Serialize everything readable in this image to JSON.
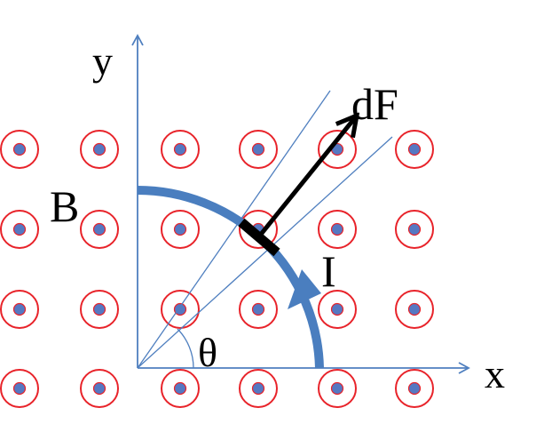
{
  "labels": {
    "y_axis": "y",
    "x_axis": "x",
    "force": "dF",
    "field": "B",
    "current": "I",
    "angle": "θ"
  },
  "colors": {
    "axis": "#4f7fbf",
    "ray": "#4f7fbf",
    "field_ring": "#e8232a",
    "field_dot": "#5578c2",
    "current_arc": "#4a7ebf",
    "force_arrow": "#000000",
    "wire_segment": "#000000"
  },
  "field_symbol": "out-of-page-dot",
  "field_grid": {
    "rows": 4,
    "columns": 6
  }
}
